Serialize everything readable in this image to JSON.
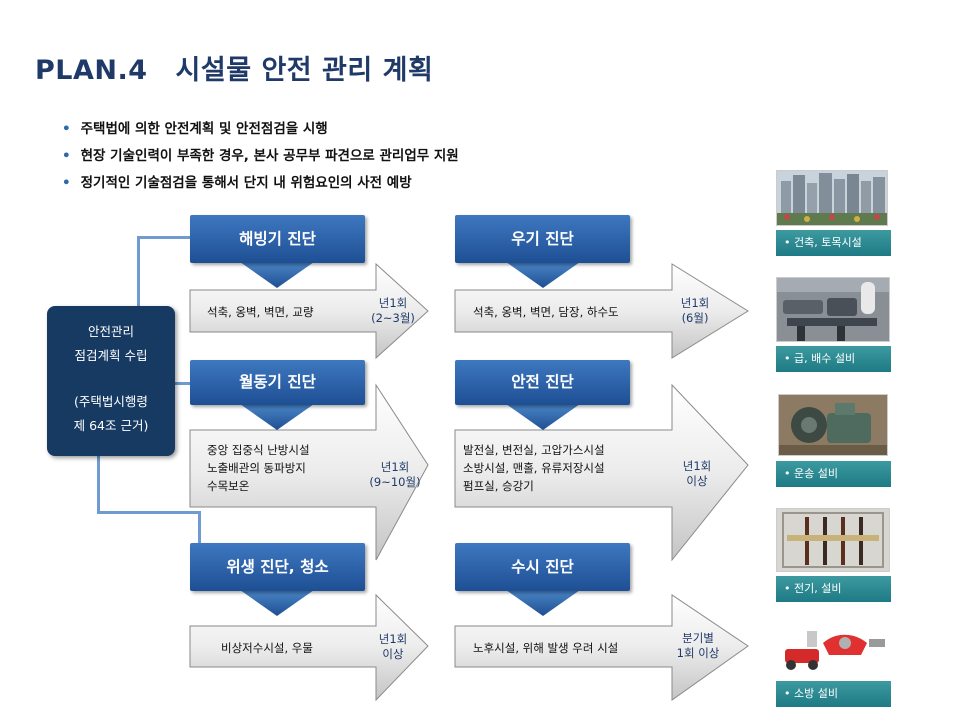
{
  "title": {
    "plan": "PLAN.4",
    "text": "시설물 안전 관리 계획"
  },
  "bullets": [
    "주택법에 의한 안전계획 및 안전점검을 시행",
    "현장 기술인력이 부족한 경우, 본사 공무부 파견으로 관리업무 지원",
    "정기적인 기술점검을 통해서 단지 내 위험요인의 사전 예방"
  ],
  "plan_box": {
    "line1": "안전관리",
    "line2": "점검계획 수립",
    "line3": "(주택법시행령",
    "line4": "제 64조 근거)"
  },
  "diagnoses": [
    {
      "header": "해빙기 진단",
      "lines": [
        "석축, 옹벽, 벽면, 교량"
      ],
      "freq1": "년1회",
      "freq2": "(2~3월)"
    },
    {
      "header": "우기 진단",
      "lines": [
        "석축, 옹벽, 벽면, 담장, 하수도"
      ],
      "freq1": "년1회",
      "freq2": "(6월)"
    },
    {
      "header": "월동기 진단",
      "lines": [
        "중앙 집중식 난방시설",
        "노출배관의 동파방지",
        "수목보온"
      ],
      "freq1": "년1회",
      "freq2": "(9~10월)"
    },
    {
      "header": "안전 진단",
      "lines": [
        "발전실, 변전실, 고압가스시설",
        "소방시설, 맨홀, 유류저장시설",
        "펌프실, 승강기"
      ],
      "freq1": "년1회",
      "freq2": "이상"
    },
    {
      "header": "위생 진단, 청소",
      "lines": [
        "비상저수시설, 우물"
      ],
      "freq1": "년1회",
      "freq2": "이상"
    },
    {
      "header": "수시 진단",
      "lines": [
        "노후시설, 위해 발생 우려 시설"
      ],
      "freq1": "분기별",
      "freq2": "1회 이상"
    }
  ],
  "facilities": [
    {
      "caption": "• 건축, 토목시설",
      "icon": "apartment-buildings-photo"
    },
    {
      "caption": "• 급, 배수 설비",
      "icon": "pump-room-photo"
    },
    {
      "caption": "• 운송 설비",
      "icon": "elevator-machine-photo"
    },
    {
      "caption": "• 전기, 설비",
      "icon": "electrical-panel-photo"
    },
    {
      "caption": "• 소방 설비",
      "icon": "fire-equipment-photo"
    }
  ],
  "colors": {
    "title": "#1f3a68",
    "header": "#2a62a8",
    "plan_box": "#173a63",
    "caption": "#2a8a92",
    "connector": "#6f9bd0"
  }
}
